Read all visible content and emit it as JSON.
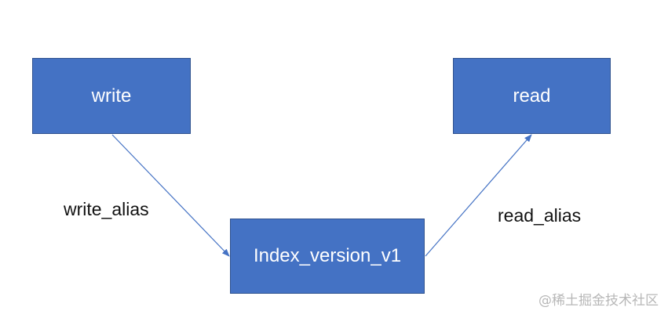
{
  "nodes": {
    "write": "write",
    "read": "read",
    "index": "Index_version_v1"
  },
  "edges": {
    "write_alias": "write_alias",
    "read_alias": "read_alias"
  },
  "watermark": "@稀土掘金技术社区",
  "colors": {
    "box_fill": "#4472c4",
    "box_border": "#2f528f",
    "arrow": "#4472c4"
  }
}
